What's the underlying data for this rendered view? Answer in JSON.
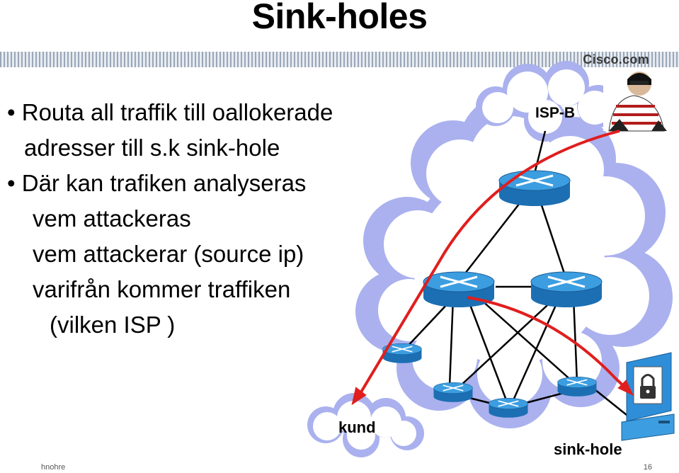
{
  "slide": {
    "title": "Sink-holes",
    "brand": "Cisco.com",
    "footer_left": "hnohre",
    "page_number": "16"
  },
  "bullets": [
    {
      "text": "Routa all traffik till oallokerade",
      "bullet": true
    },
    {
      "text": "adresser till s.k sink-hole",
      "bullet": false
    },
    {
      "text": "Där kan trafiken analyseras",
      "bullet": true
    },
    {
      "text": "vem attackeras",
      "bullet": false
    },
    {
      "text": "vem attackerar (source ip)",
      "bullet": false
    },
    {
      "text": "varifrån kommer traffiken",
      "bullet": false
    },
    {
      "text": "(vilken ISP )",
      "bullet": false
    }
  ],
  "bullet_char": "•",
  "diagram": {
    "isp_label": "ISP-B",
    "customer_label": "kund",
    "sinkhole_label": "sink-hole",
    "colors": {
      "cloud": "#aab1ee",
      "router_top": "#3c9ee0",
      "router_side": "#1c6fb3",
      "attack_path": "#e01e1e",
      "link": "#000000"
    }
  }
}
